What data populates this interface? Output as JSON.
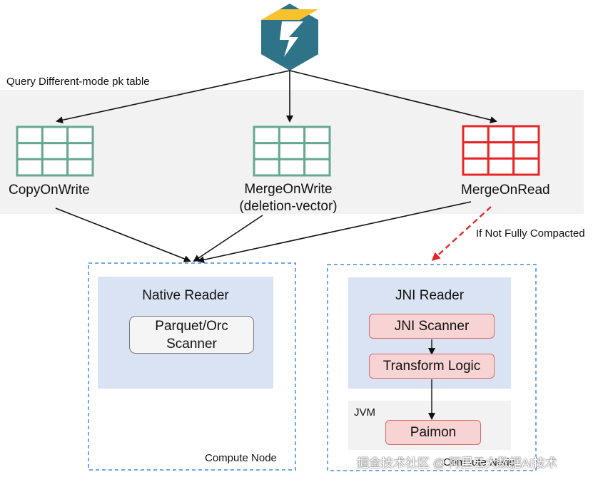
{
  "query_label": "Query Different-mode pk table",
  "tables": [
    {
      "label": "CopyOnWrite",
      "color": "#67a894"
    },
    {
      "label": "MergeOnWrite\n(deletion-vector)",
      "color": "#67a894"
    },
    {
      "label": "MergeOnRead",
      "color": "#e8262a"
    }
  ],
  "annotation": "If Not Fully Compacted",
  "native_node": {
    "reader_title": "Native Reader",
    "scanner": "Parquet/Orc\nScanner",
    "node_label": "Compute Node"
  },
  "jni_node": {
    "reader_title": "JNI Reader",
    "scanner": "JNI Scanner",
    "transform": "Transform Logic",
    "jvm_label": "JVM",
    "paimon": "Paimon",
    "node_label": "Compute Node"
  },
  "watermark": "掘金技术社区 @ 阿里云大数据AI技术",
  "colors": {
    "band": "#f2f2f2",
    "reader_fill": "#dae3f3",
    "dashed_border": "#3d8ee0",
    "red_arrow": "#e8262a",
    "logo_teal": "#2e7388",
    "logo_yellow": "#f7c22d"
  }
}
